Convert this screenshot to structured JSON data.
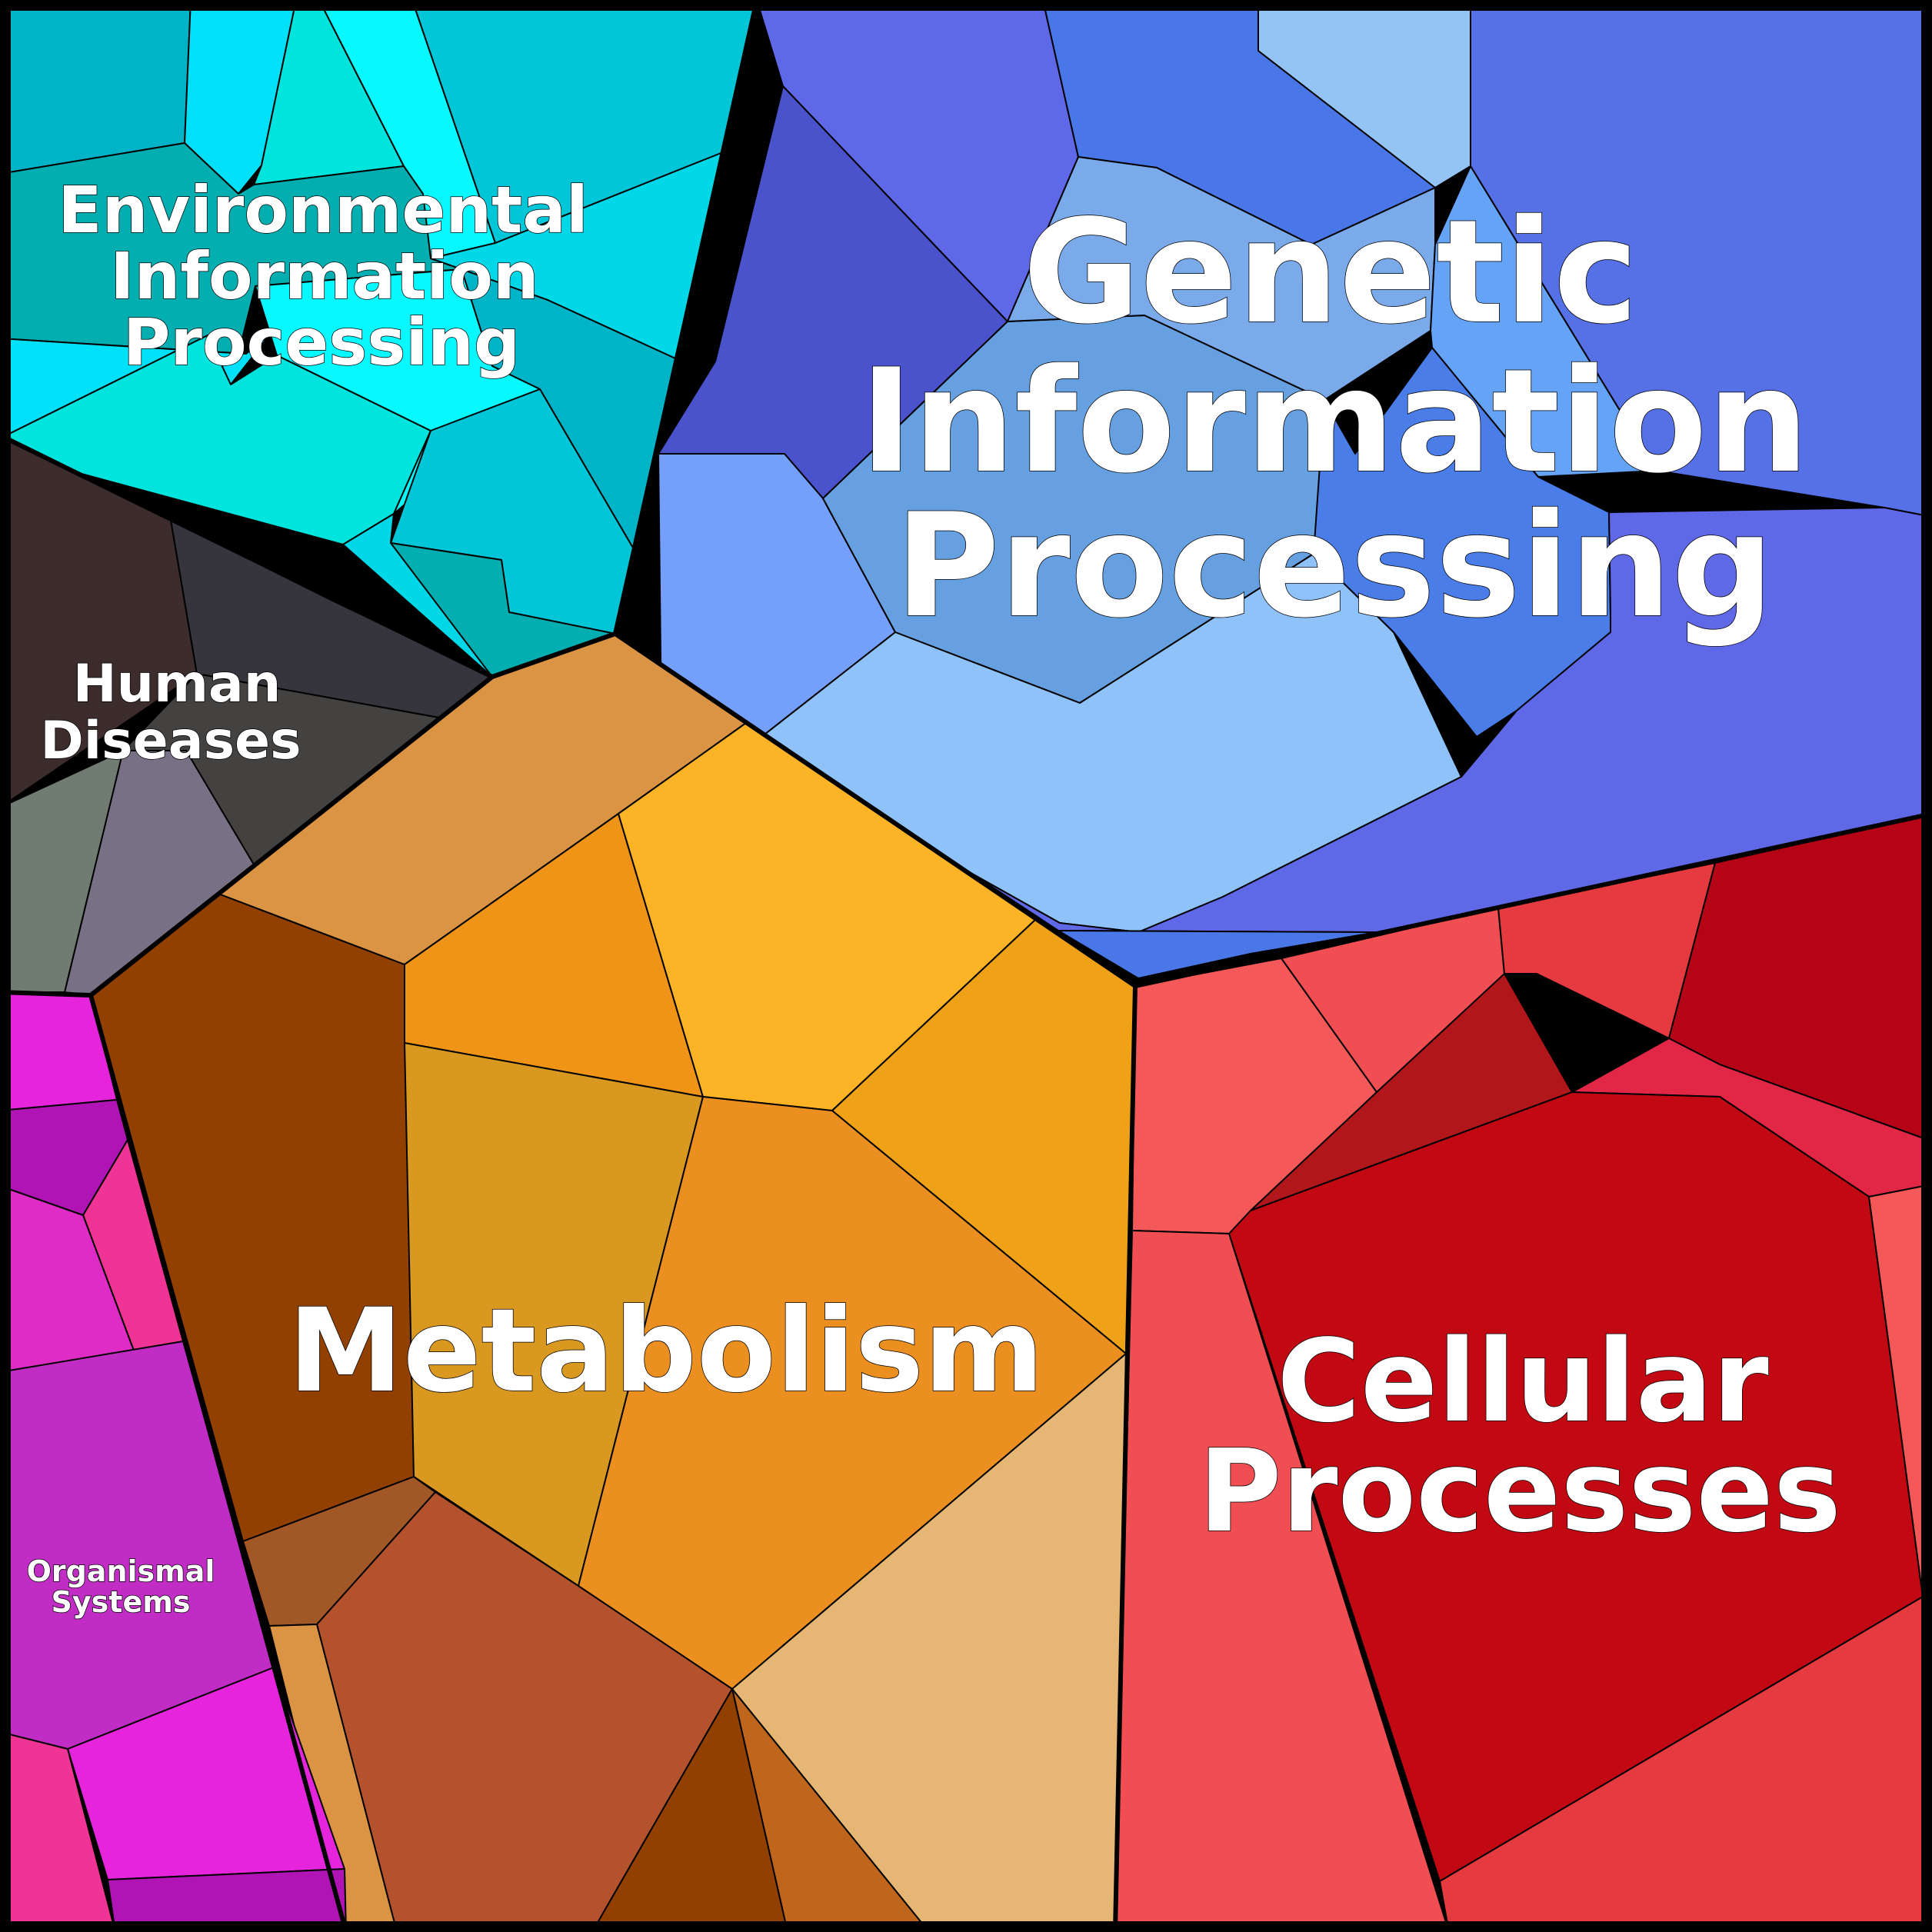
{
  "categories": [
    {
      "id": "genetic",
      "label_lines": [
        "Genetic",
        "Information",
        "Processing"
      ],
      "color": "#5b74e6"
    },
    {
      "id": "environmental",
      "label_lines": [
        "Environmental",
        "Information",
        "Processing"
      ],
      "color": "#0bc3d8"
    },
    {
      "id": "human-diseases",
      "label_lines": [
        "Human",
        "Diseases"
      ],
      "color": "#3d2c2c"
    },
    {
      "id": "metabolism",
      "label_lines": [
        "Metabolism"
      ],
      "color": "#e9a12a"
    },
    {
      "id": "cellular",
      "label_lines": [
        "Cellular",
        "Processes"
      ],
      "color": "#d8262f"
    },
    {
      "id": "organismal",
      "label_lines": [
        "Organismal",
        "Systems"
      ],
      "color": "#e83a9b"
    }
  ],
  "palette": {
    "genetic": [
      "#5f69e8",
      "#4a77e8",
      "#94c4f3",
      "#5671e6",
      "#4a52cc",
      "#74a0fb",
      "#67a0e0",
      "#7aaaea",
      "#65a3f6",
      "#8ec2f8",
      "#4a7de8"
    ],
    "environmental": [
      "#00b4c8",
      "#00e0f8",
      "#00e4de",
      "#08f8ff",
      "#00c6d8",
      "#02aeb0",
      "#00d8e8"
    ],
    "human-diseases": [
      "#3c2c2c",
      "#36343c",
      "#444240",
      "#787084",
      "#707c72"
    ],
    "metabolism": [
      "#914000",
      "#da9444",
      "#ef9416",
      "#fcb326",
      "#efa218",
      "#d99920",
      "#ea8f20",
      "#e6b674",
      "#bf661c",
      "#a25826",
      "#b4522e"
    ],
    "cellular": [
      "#f55858",
      "#f04e52",
      "#e43a40",
      "#b40416",
      "#b0161a",
      "#e22646",
      "#c20812"
    ],
    "organismal": [
      "#e624dc",
      "#b114b4",
      "#f03496",
      "#e02cc6",
      "#c02cc4"
    ]
  }
}
